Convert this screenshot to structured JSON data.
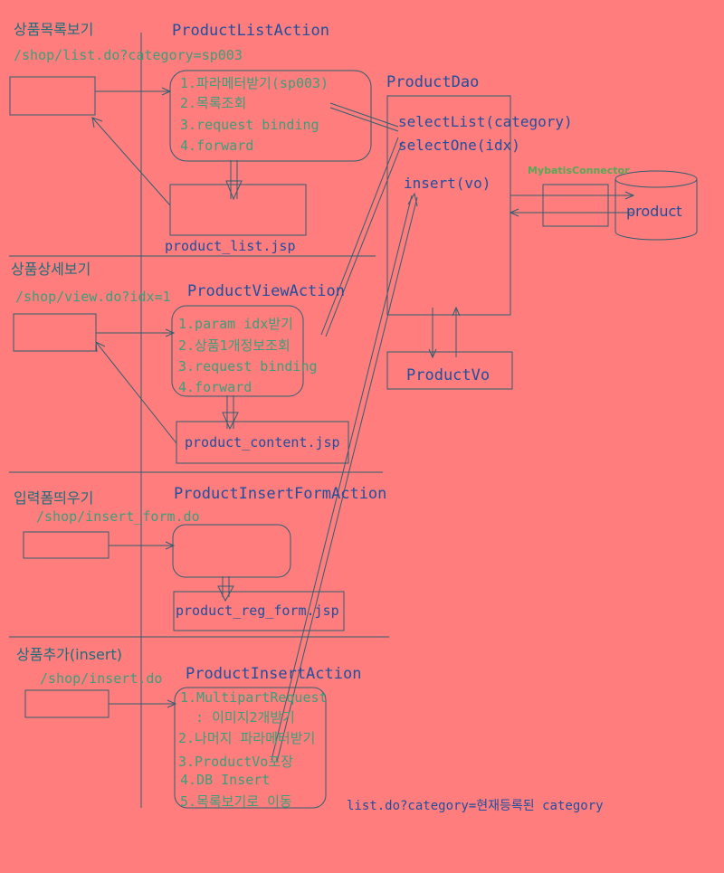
{
  "colors": {
    "background": "#ff7d7d",
    "line": "#2f5f6f",
    "blue_text": "#1f4f9f",
    "green_text": "#3aa07a",
    "teal_text": "#1c6f7a",
    "connector_label": "#55aa55"
  },
  "sections": {
    "list": {
      "title": "상품목록보기",
      "url": "/shop/list.do?category=sp003",
      "action": "ProductListAction",
      "steps": [
        "1.파라메터받기(sp003)",
        "2.목록조회",
        "3.request binding",
        "4.forward"
      ],
      "jsp": "product_list.jsp"
    },
    "view": {
      "title": "상품상세보기",
      "url": "/shop/view.do?idx=1",
      "action": "ProductViewAction",
      "steps": [
        "1.param idx받기",
        "2.상품1개정보조회",
        "3.request binding",
        "4.forward"
      ],
      "jsp": "product_content.jsp"
    },
    "form": {
      "title": "입력폼띄우기",
      "url": "/shop/insert_form.do",
      "action": "ProductInsertFormAction",
      "jsp": "product_reg_form.jsp"
    },
    "insert": {
      "title": "상품추가(insert)",
      "url": "/shop/insert.do",
      "action": "ProductInsertAction",
      "steps": [
        "1.MultipartRequest",
        " : 이미지2개받기",
        "2.나머지 파라메터받기",
        "3.ProductVo포장",
        "4.DB Insert",
        "5.목록보기로 이동"
      ],
      "note": "list.do?category=현재등록된 category"
    }
  },
  "dao": {
    "title": "ProductDao",
    "methods": [
      "selectList(category)",
      "selectOne(idx)",
      "insert(vo)"
    ]
  },
  "connector": "MybatisConnector",
  "db": "product",
  "vo": "ProductVo"
}
